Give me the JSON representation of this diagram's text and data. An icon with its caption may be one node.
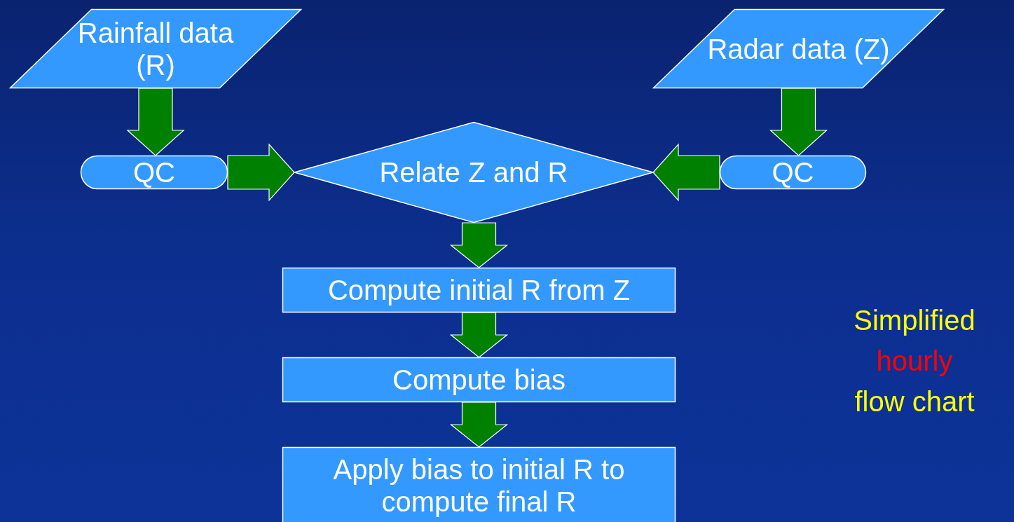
{
  "diagram": {
    "nodes": [
      {
        "text": [
          "Rainfall data (R)"
        ]
      },
      {
        "text": [
          "Radar data (Z)"
        ]
      },
      {
        "text": [
          "QC"
        ]
      },
      {
        "text": [
          "Relate Z and R"
        ]
      },
      {
        "text": [
          "QC"
        ]
      },
      {
        "text": [
          "Compute initial R from Z"
        ]
      },
      {
        "text": [
          "Compute bias"
        ]
      },
      {
        "text": [
          "Apply bias to initial R to compute final R"
        ]
      }
    ],
    "edges": [
      {
        "from": 0,
        "to": 2,
        "arrow": "to"
      },
      {
        "from": 1,
        "to": 4,
        "arrow": "to"
      },
      {
        "from": 2,
        "to": 3,
        "arrow": "to"
      },
      {
        "from": 4,
        "to": 3,
        "arrow": "to"
      },
      {
        "from": 3,
        "to": 5,
        "arrow": "to"
      },
      {
        "from": 5,
        "to": 6,
        "arrow": "to"
      },
      {
        "from": 6,
        "to": 7,
        "arrow": "to"
      }
    ],
    "labels": [
      "Simplified",
      "hourly",
      "flow chart"
    ]
  }
}
